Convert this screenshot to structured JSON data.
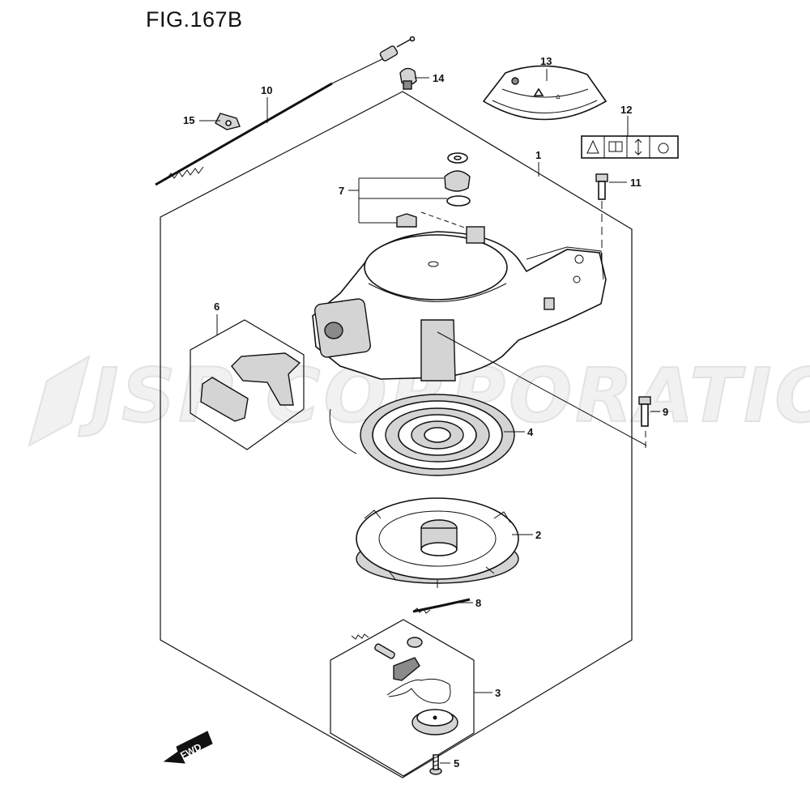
{
  "figure": {
    "title": "FIG.167B"
  },
  "watermark": {
    "text": "JSP CORPORATION"
  },
  "callouts": {
    "c1": "1",
    "c2": "2",
    "c3": "3",
    "c4": "4",
    "c5": "5",
    "c6": "6",
    "c7": "7",
    "c8": "8",
    "c9": "9",
    "c10": "10",
    "c11": "11",
    "c12": "12",
    "c13": "13",
    "c14": "14",
    "c15": "15"
  },
  "direction_marker": {
    "label": "FWD"
  },
  "colors": {
    "line": "#111111",
    "watermark": "#e2e2e2",
    "part_fill": "#d4d4d4",
    "background": "#ffffff"
  }
}
